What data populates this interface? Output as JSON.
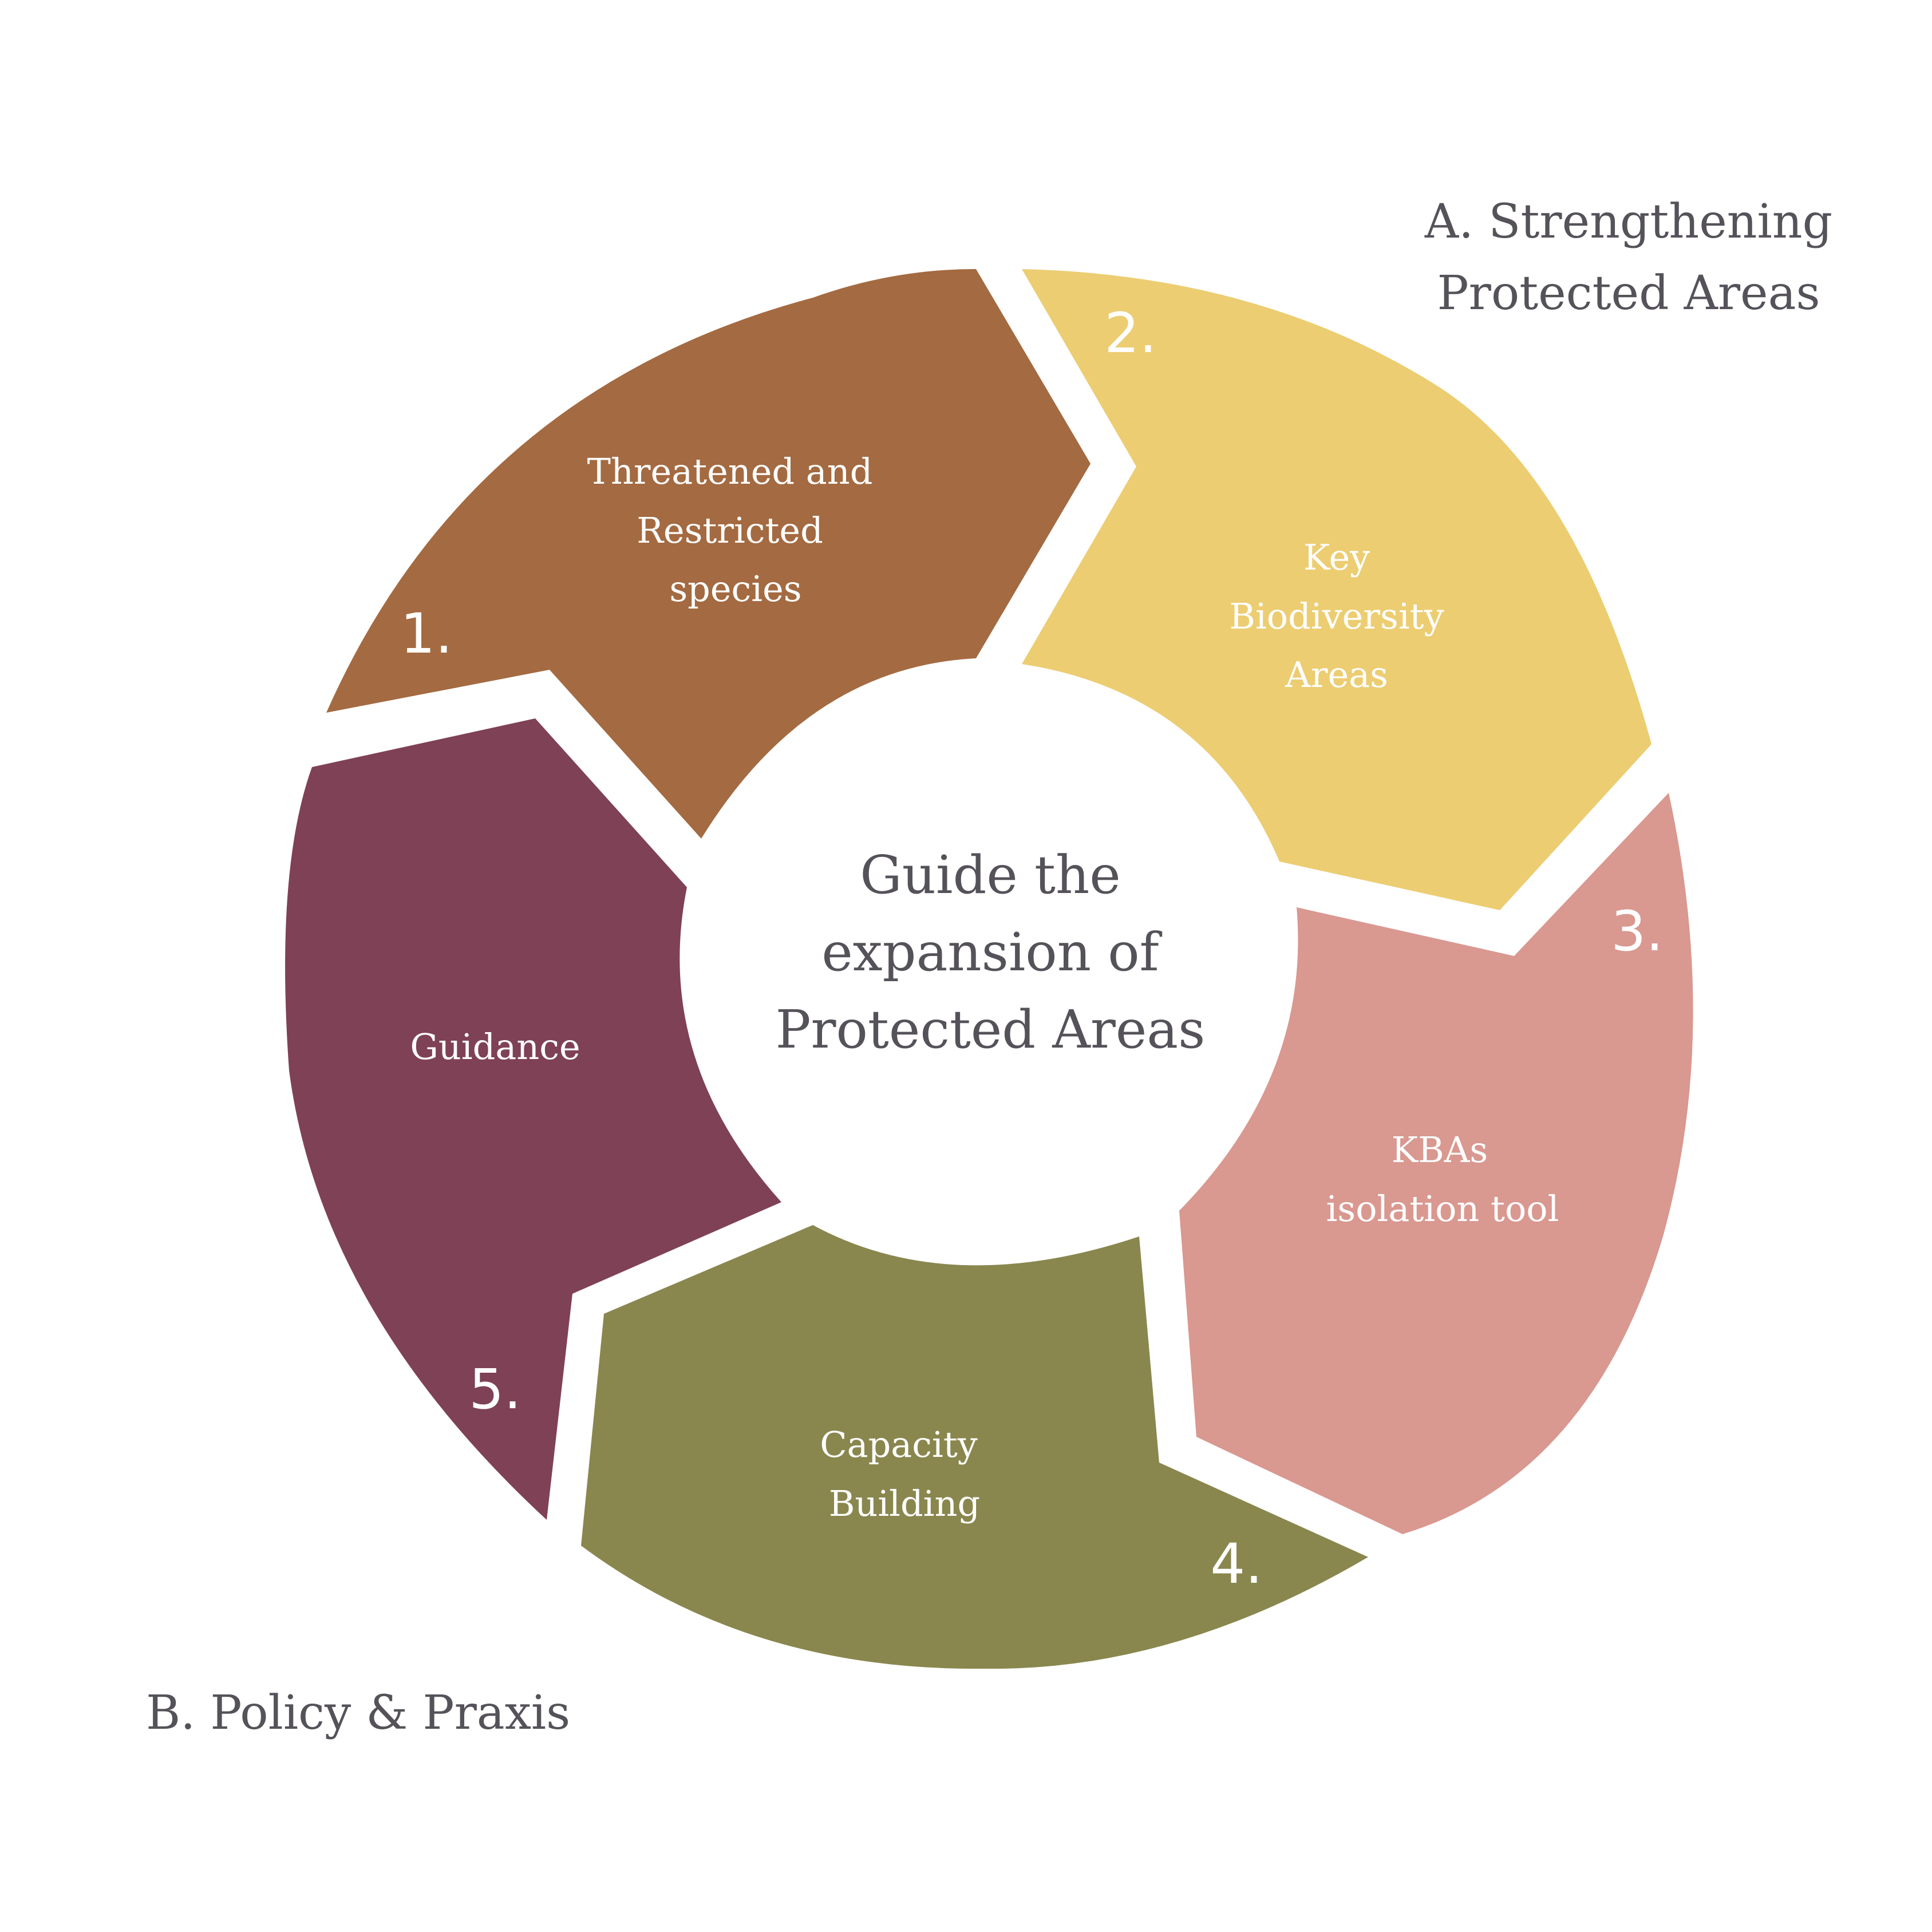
{
  "diagram": {
    "center": {
      "lines": [
        "Guide the",
        "expansion of",
        "Protected Areas"
      ],
      "color": "#55525a"
    },
    "group_a": {
      "lines": [
        "A. Strengthening",
        "Protected Areas"
      ]
    },
    "group_b": {
      "lines": [
        "B. Policy & Praxis"
      ]
    },
    "segments": [
      {
        "number": "1.",
        "label_lines": [
          "Threatened and",
          "Restricted",
          "species"
        ],
        "color": "#a46a41"
      },
      {
        "number": "2.",
        "label_lines": [
          "Key",
          "Biodiversity",
          "Areas"
        ],
        "color": "#eccd72"
      },
      {
        "number": "3.",
        "label_lines": [
          "KBAs",
          "isolation tool"
        ],
        "color": "#d99890"
      },
      {
        "number": "4.",
        "label_lines": [
          "Capacity",
          "Building"
        ],
        "color": "#89874e"
      },
      {
        "number": "5.",
        "label_lines": [
          "Guidance"
        ],
        "color": "#7f4155"
      }
    ]
  }
}
